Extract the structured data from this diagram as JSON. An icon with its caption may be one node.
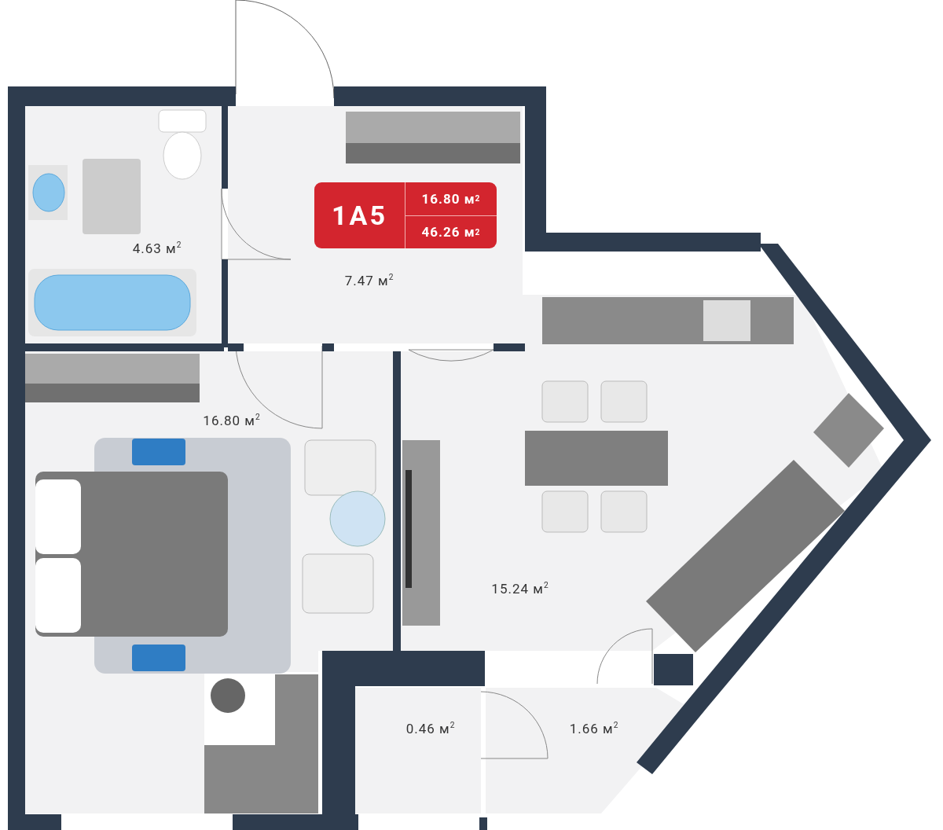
{
  "diagram": {
    "nodes": [
      {
        "text": [
          "4.63 м$^{2}$"
        ]
      },
      {
        "text": [
          "7.47 м$^{2}$"
        ]
      },
      {
        "text": [
          "1A5",
          "16.80 м$^{2}$",
          "46.26 м$^{2}$"
        ],
        "in": 1
      },
      {
        "text": [
          "16.80 м$^{2}$"
        ]
      },
      {
        "text": [
          "15.24 м$^{2}$"
        ]
      },
      {
        "text": [
          "0.46 м$^{2}$"
        ]
      },
      {
        "text": [
          "1.66 м$^{2}$"
        ]
      }
    ]
  }
}
